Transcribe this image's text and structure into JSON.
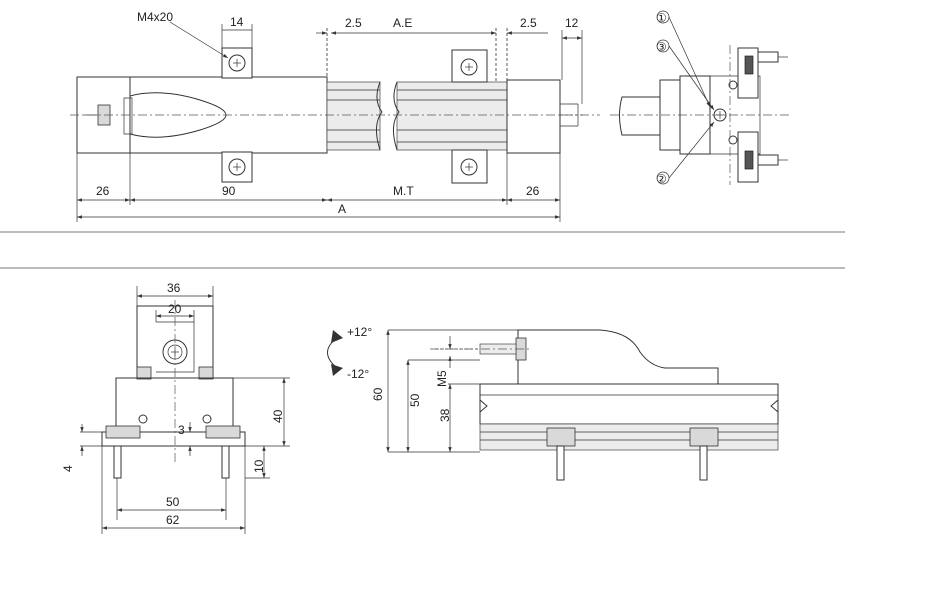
{
  "top_view": {
    "thread_label": "M4x20",
    "dim_14": "14",
    "dim_2_5_left": "2.5",
    "dim_ae": "A.E",
    "dim_2_5_right": "2.5",
    "dim_12": "12",
    "dim_26_left": "26",
    "dim_90": "90",
    "dim_mt": "M.T",
    "dim_26_right": "26",
    "dim_a": "A"
  },
  "end_view": {
    "callout_1": "①",
    "callout_3": "③",
    "callout_2": "②"
  },
  "front_section": {
    "dim_36": "36",
    "dim_20": "20",
    "dim_40": "40",
    "dim_3": "3",
    "dim_4": "4",
    "dim_10": "10",
    "dim_50": "50",
    "dim_62": "62"
  },
  "side_view": {
    "angle_up": "+12°",
    "angle_down": "-12°",
    "dim_60": "60",
    "dim_50": "50",
    "dim_38": "38",
    "dim_m5": "M5"
  },
  "colors": {
    "line": "#333333",
    "fill_grey": "#d9d9d9",
    "background": "#ffffff"
  }
}
